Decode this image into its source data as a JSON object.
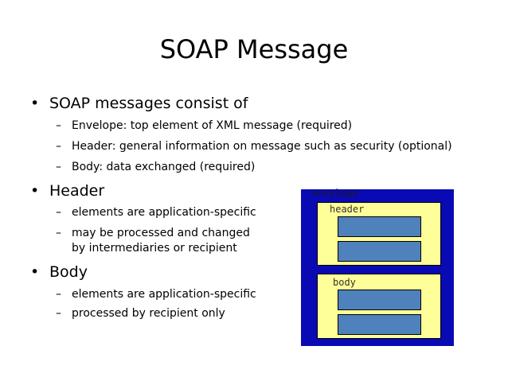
{
  "title": "SOAP Message",
  "bullets": [
    {
      "label": "SOAP messages consist of",
      "items": [
        "Envelope: top element of XML message (required)",
        "Header: general information on message such as security (optional)",
        "Body: data exchanged (required)"
      ]
    },
    {
      "label": "Header",
      "items": [
        "elements are application-specific",
        "may be processed and changed",
        "by intermediaries or recipient"
      ]
    },
    {
      "label": "Body",
      "items": [
        "elements are application-specific",
        "processed by recipient only"
      ]
    }
  ],
  "bullet_symbol": "•",
  "dash_symbol": "–",
  "diagram": {
    "envelope_label": "envelope",
    "header_label": "header",
    "body_label": "body",
    "colors": {
      "envelope": "#0a0ab4",
      "panel": "#ffff99",
      "block": "#4f81bd"
    }
  }
}
